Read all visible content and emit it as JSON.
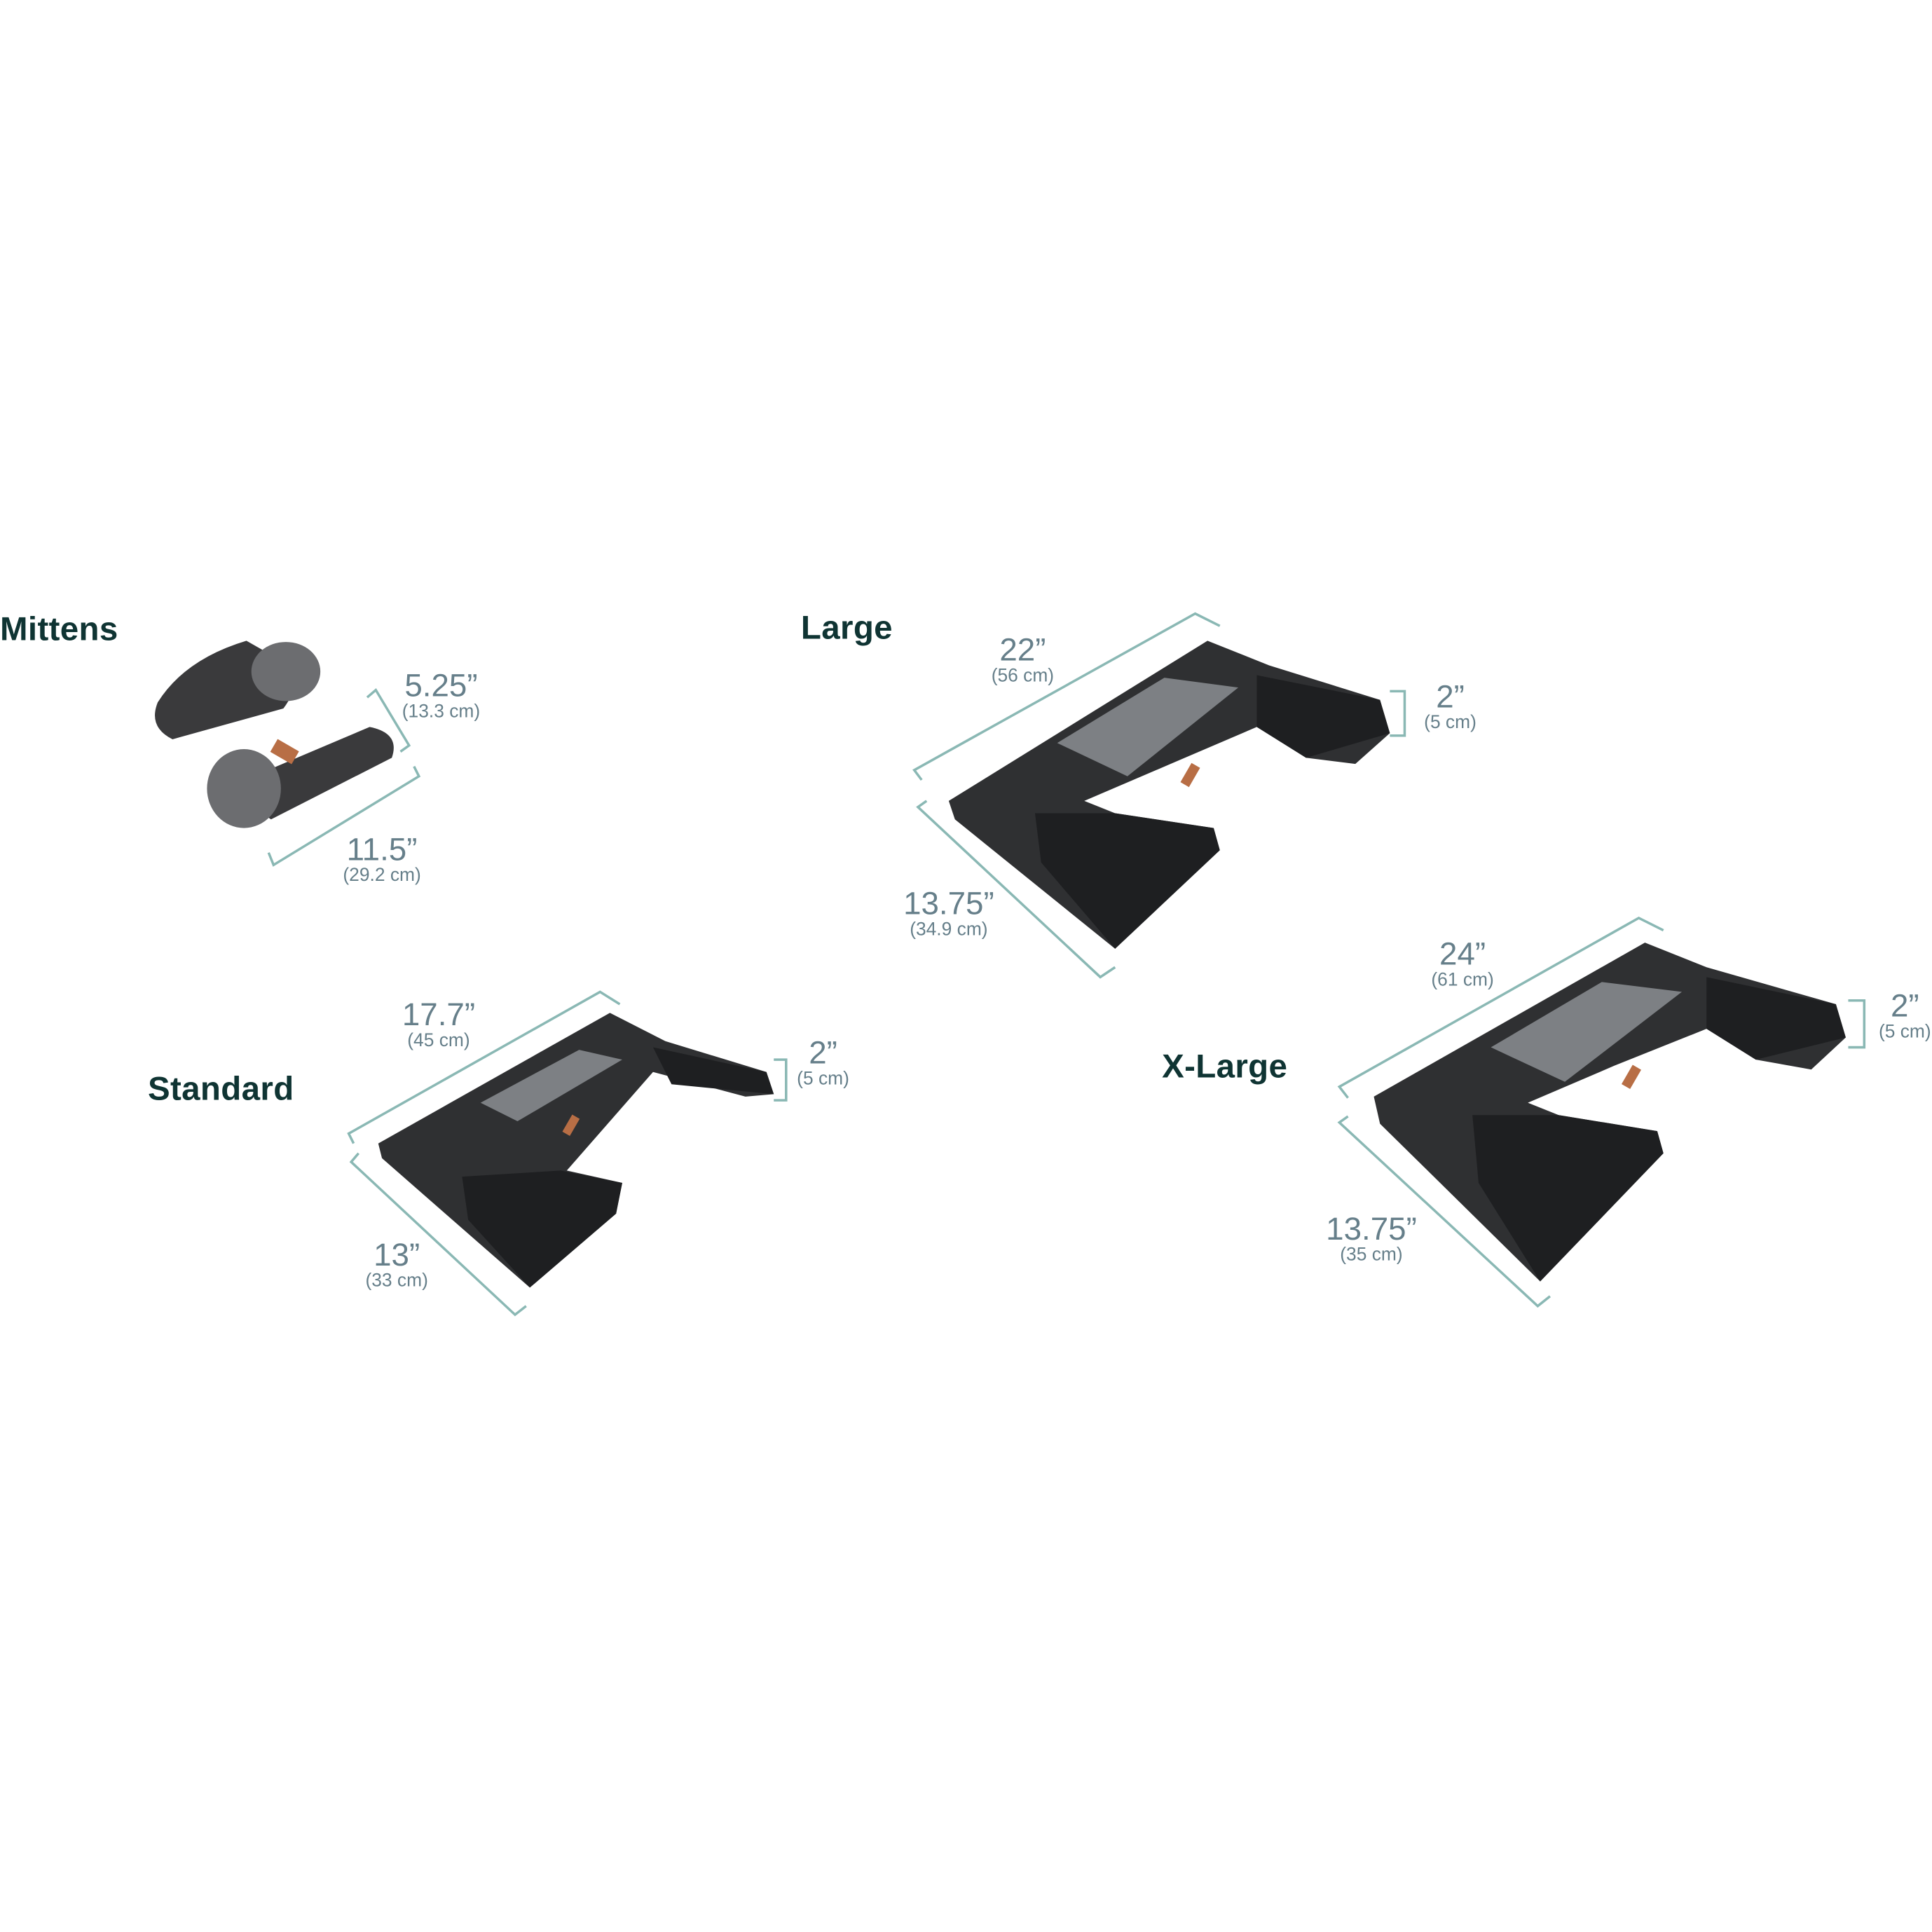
{
  "colors": {
    "title": "#0f3433",
    "dimension_text": "#667f8a",
    "dimension_line": "#8ab8b4",
    "product": "#2f3032",
    "mesh": "#1e1f21",
    "window": "#7d8084",
    "fur": "#6c6d70",
    "patch": "#b86e45"
  },
  "products": [
    {
      "name": "Mittens",
      "dims": [
        {
          "in": "5.25”",
          "cm": "(13.3 cm)"
        },
        {
          "in": "11.5”",
          "cm": "(29.2 cm)"
        }
      ]
    },
    {
      "name": "Standard",
      "dims": [
        {
          "in": "17.7”",
          "cm": "(45 cm)"
        },
        {
          "in": "13”",
          "cm": "(33 cm)"
        },
        {
          "in": "2”",
          "cm": "(5 cm)"
        }
      ]
    },
    {
      "name": "Large",
      "dims": [
        {
          "in": "22”",
          "cm": "(56 cm)"
        },
        {
          "in": "13.75”",
          "cm": "(34.9 cm)"
        },
        {
          "in": "2”",
          "cm": "(5 cm)"
        }
      ]
    },
    {
      "name": "X-Large",
      "dims": [
        {
          "in": "24”",
          "cm": "(61 cm)"
        },
        {
          "in": "13.75”",
          "cm": "(35 cm)"
        },
        {
          "in": "2”",
          "cm": "(5 cm)"
        }
      ]
    }
  ]
}
